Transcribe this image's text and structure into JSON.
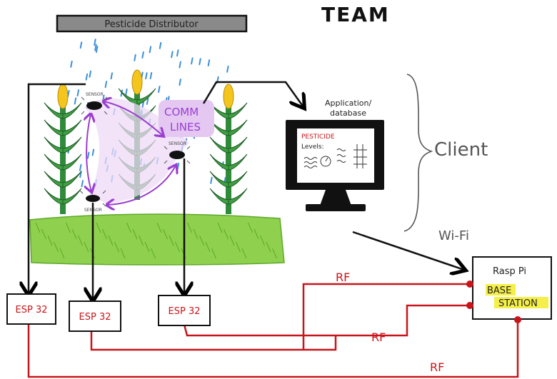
{
  "title": "TEAM",
  "distributor": {
    "label": "Pesticide Distributor"
  },
  "sensors": {
    "label": "SENSOR"
  },
  "comm_lines": {
    "line1": "COMM",
    "line2": "LINES"
  },
  "app": {
    "label_line1": "Application/",
    "label_line2": "database"
  },
  "monitor": {
    "heading_line1": "PESTICIDE",
    "heading_line2": "Levels:"
  },
  "client": {
    "label": "Client"
  },
  "wifi": {
    "label": "Wi-Fi"
  },
  "base_station": {
    "line1": "Rasp Pi",
    "line2": "BASE",
    "line3": "STATION"
  },
  "esp_nodes": [
    "ESP 32",
    "ESP 32",
    "ESP 32"
  ],
  "rf_labels": [
    "RF",
    "RF",
    "RF"
  ],
  "colors": {
    "purple": "#9a3fd0",
    "purple_glow": "#e4c8f2",
    "red": "#c8151b",
    "rain": "#3d8fd6",
    "grass": "#7ec43c",
    "corn_green": "#2f8a3a",
    "corn_yellow": "#f4c51c",
    "highlight": "#f5ef4a"
  }
}
